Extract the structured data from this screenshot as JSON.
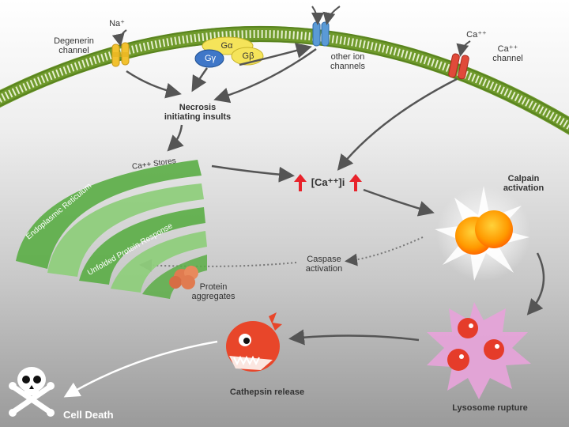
{
  "labels": {
    "na": "Na⁺",
    "degenerin": "Degenerin\nchannel",
    "g_alpha": "Gα",
    "g_gamma": "Gγ",
    "g_beta": "Gβ",
    "other_ion": "other ion\nchannels",
    "ca_out": "Ca⁺⁺",
    "ca_channel": "Ca⁺⁺\nchannel",
    "necrosis": "Necrosis\ninitiating insults",
    "ca_stores": "Ca++ Stores",
    "er": "Endoplasmic Reticulum",
    "upr": "Unfolded Protein Response",
    "ca_i": "[Ca⁺⁺]i",
    "calpain": "Calpain\nactivation",
    "caspase": "Caspase\nactivation",
    "protein_agg": "Protein\naggregates",
    "cathepsin": "Cathepsin release",
    "lysosome": "Lysosome rupture",
    "cell_death": "Cell Death"
  },
  "colors": {
    "membrane": "#6f9a2b",
    "er_green": "#57a444",
    "calpain_orange": "#ff8c00",
    "lysosome_pink": "#e5a3d8",
    "arrow_red": "#e8232b",
    "cathepsin_red": "#e8462a"
  }
}
